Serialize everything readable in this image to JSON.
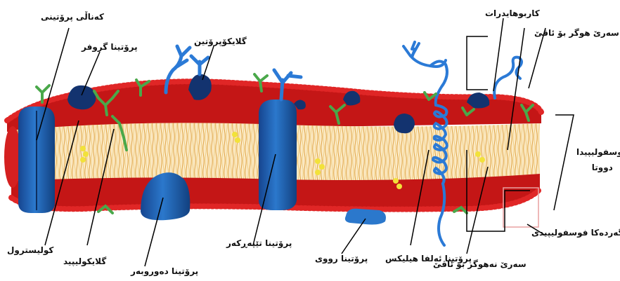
{
  "labels": {
    "channel_protein": "کەناڵی پرۆتینی",
    "receptor_protein": "پرۆتینا گروفر",
    "glycoprotein": "گلایکۆپرۆتین",
    "carbohydrates": "کاربوهایدرات",
    "hydrophilic_head": "سەرێ هوگر بۆ ئاڤێ",
    "phospholipid_bilayer_line1": "فوسفولیپیدا",
    "phospholipid_bilayer_line2": "دووتا",
    "phospholipid_molecule": "گەردەکا فوسفولیپیدی",
    "cholesterol": "کولیسترول",
    "glycolipid": "گلایکولیپید",
    "transmembrane_protein": "پرۆتینا تێپەڕکەر",
    "peripheral_protein": "پرۆتینا دەوروبەر",
    "alpha_helix_protein": "پرۆتینا ئەلفا هیلیکس",
    "surface_protein": "پرۆتینا رووی",
    "hydrophobic_tail": "سەرێ نەهوگر بو ئاڤێ"
  },
  "colors": {
    "head_red": "#d81e1e",
    "membrane_red": "#c41616",
    "tail_yellow": "#e6b85c",
    "protein_blue": "#1d5fb0",
    "protein_dark": "#0f2f6b",
    "carb_green": "#4aa84a",
    "carb_blue": "#2b7ad6",
    "cholesterol_yellow": "#f2e23a"
  }
}
